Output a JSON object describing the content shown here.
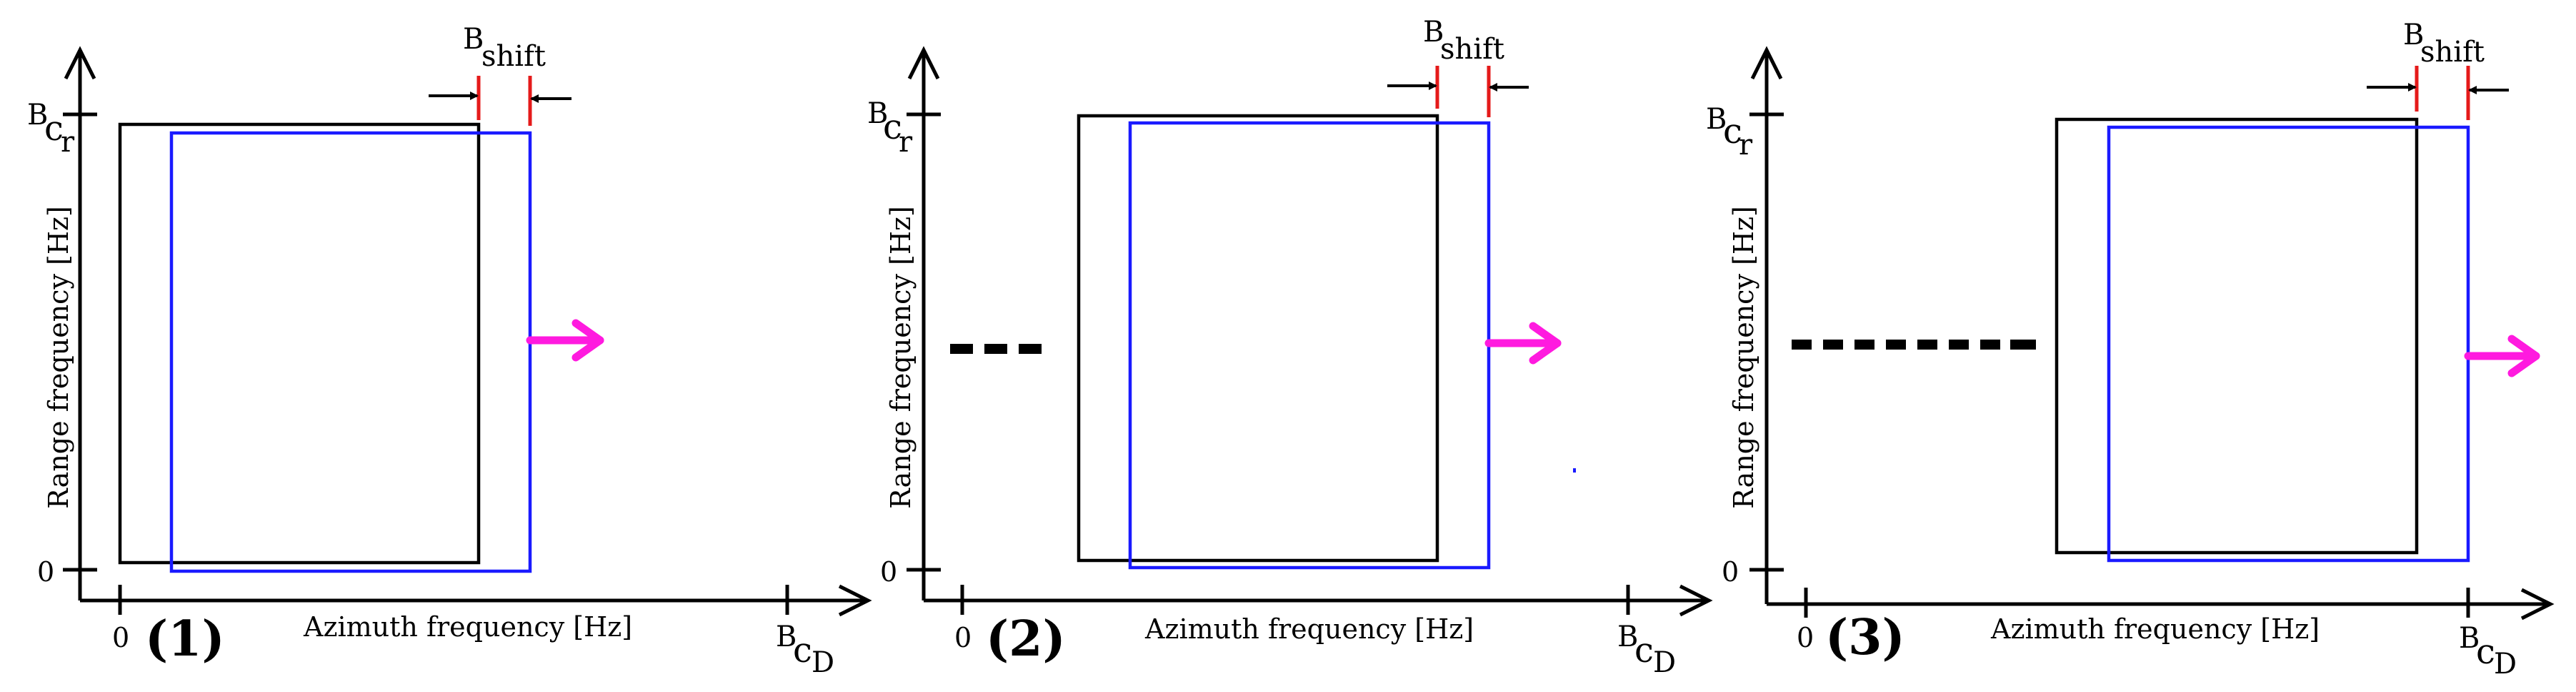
{
  "colors": {
    "axis": "#000000",
    "black_box": "#000000",
    "blue_box": "#1a1aff",
    "shift_marker": "#e51a1a",
    "motion_arrow": "#ff1adf"
  },
  "labels": {
    "y_axis": "Range frequency [Hz]",
    "x_axis": "Azimuth frequency [Hz]",
    "zero": "0",
    "bcr_main": "B",
    "bcr_sub1": "c",
    "bcr_sub2": "r",
    "bcd_main": "B",
    "bcd_sub1": "c",
    "bcd_sub2": "D",
    "bshift_main": "B",
    "bshift_sub": "shift"
  },
  "panels": [
    {
      "label": "(1)",
      "ellipsis": false
    },
    {
      "label": "(2)",
      "ellipsis": true,
      "ellipsis_dashes": 3
    },
    {
      "label": "(3)",
      "ellipsis": true,
      "ellipsis_dashes": 7
    }
  ]
}
